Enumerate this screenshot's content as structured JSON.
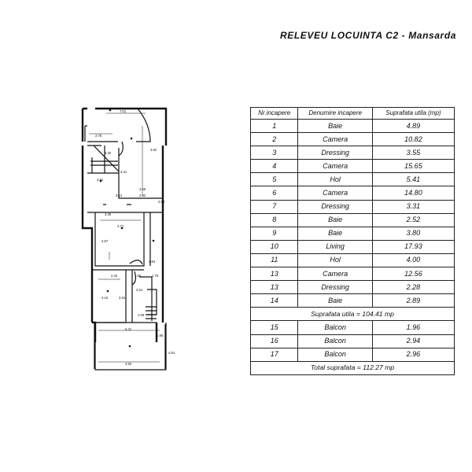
{
  "title": "RELEVEU  LOCUINTA  C2 - Mansarda",
  "table": {
    "headers": [
      "Nr.incapere",
      "Denumire incapere",
      "Suprafata utila (mp)"
    ],
    "rooms": [
      {
        "nr": "1",
        "name": "Baie",
        "area": "4.89"
      },
      {
        "nr": "2",
        "name": "Camera",
        "area": "10.82"
      },
      {
        "nr": "3",
        "name": "Dressing",
        "area": "3.55"
      },
      {
        "nr": "4",
        "name": "Camera",
        "area": "15.65"
      },
      {
        "nr": "5",
        "name": "Hol",
        "area": "5.41"
      },
      {
        "nr": "6",
        "name": "Camera",
        "area": "14.80"
      },
      {
        "nr": "7",
        "name": "Dressing",
        "area": "3.31"
      },
      {
        "nr": "8",
        "name": "Baie",
        "area": "2.52"
      },
      {
        "nr": "9",
        "name": "Baie",
        "area": "3.80"
      },
      {
        "nr": "10",
        "name": "Living",
        "area": "17.93"
      },
      {
        "nr": "11",
        "name": "Hol",
        "area": "4.00"
      },
      {
        "nr": "13",
        "name": "Camera",
        "area": "12.56"
      },
      {
        "nr": "13",
        "name": "Dressing",
        "area": "2.28"
      },
      {
        "nr": "14",
        "name": "Baie",
        "area": "2.89"
      }
    ],
    "subtotal": "Suprafata utila = 104.41 mp",
    "balconies": [
      {
        "nr": "15",
        "name": "Balcon",
        "area": "1.96"
      },
      {
        "nr": "16",
        "name": "Balcon",
        "area": "2.94"
      },
      {
        "nr": "17",
        "name": "Balcon",
        "area": "2.96"
      }
    ],
    "total": "Total suprafata = 112.27 mp"
  },
  "plan": {
    "dims": [
      "7.01",
      "2.75",
      "3.30",
      "3.91",
      "3.92",
      "3.41",
      "3.26",
      "3.12",
      "2.42",
      "2.05",
      "3.35",
      "3.71",
      "2.67",
      "1.84",
      "2.42",
      "1.66",
      "1.75",
      "4.15",
      "3.91",
      "2.51",
      "1.09",
      "5.31",
      "1.95",
      "3.50",
      "4.81"
    ]
  }
}
